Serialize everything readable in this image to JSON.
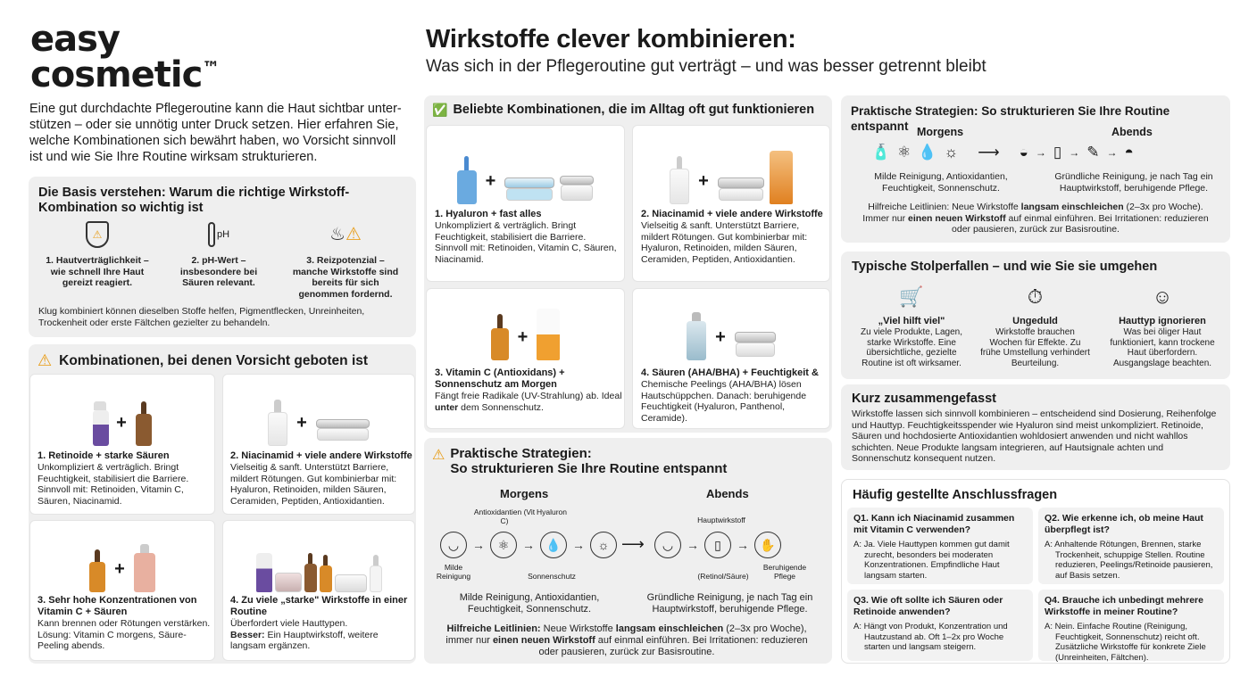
{
  "logo": {
    "line1": "easy",
    "line2": "cosmetic",
    "tm": "™"
  },
  "header": {
    "title": "Wirkstoffe clever kombinieren:",
    "subtitle": "Was sich in der Pflegeroutine gut verträgt – und was besser getrennt bleibt"
  },
  "intro": "Eine gut durchdachte Pflegeroutine kann die Haut sichtbar unter-stützen – oder sie unnötig unter Druck setzen. Hier erfahren Sie, welche Kombinationen sich bewährt haben, wo Vorsicht sinnvoll ist und wie Sie Ihre Routine wirksam strukturieren.",
  "basis": {
    "title": "Die Basis verstehen: Warum die richtige Wirkstoff-Kombination so wichtig ist",
    "items": [
      {
        "icon": "shield-icon",
        "glyph": "⚠",
        "text": "1. Hautverträglichkeit – wie schnell Ihre Haut gereizt reagiert."
      },
      {
        "icon": "thermometer-ph-icon",
        "glyph": "pH",
        "text": "2. pH-Wert – insbesondere bei Säuren relevant."
      },
      {
        "icon": "flame-warning-icon",
        "glyph": "⚠",
        "text": "3. Reizpotenzial – manche Wirkstoffe sind bereits für sich genommen fordernd."
      }
    ],
    "footer": "Klug kombiniert können dieselben Stoffe helfen, Pigmentflecken, Unreinheiten, Trockenheit oder erste Fältchen gezielter zu behandeln."
  },
  "caution": {
    "icon": "⚠",
    "title": "Kombinationen, bei denen Vorsicht geboten ist",
    "cards": [
      {
        "title": "1. Retinoide + starke Säuren",
        "text": "Unkompliziert & verträglich. Bringt Feuchtigkeit, stabilisiert die Barriere. Sinnvoll mit: Retinoiden, Vitamin C, Säuren, Niacinamid."
      },
      {
        "title": "2. Niacinamid + viele andere Wirkstoffe",
        "text": "Vielseitig & sanft. Unterstützt Barriere, mildert Rötungen. Gut kombinierbar mit: Hyaluron, Retinoiden, milden Säuren, Ceramiden, Peptiden, Antioxidantien."
      },
      {
        "title": "3. Sehr hohe Konzentrationen von Vitamin C + Säuren",
        "text": "Kann brennen oder Rötungen verstärken. Lösung: Vitamin C morgens, Säure-Peeling abends."
      },
      {
        "title": "4. Zu viele „starke\" Wirkstoffe in einer Routine",
        "text": "Überfordert viele Hauttypen.",
        "bold": "Besser:",
        "text2": " Ein Hauptwirkstoff, weitere langsam ergänzen."
      }
    ]
  },
  "popular": {
    "icon": "✅",
    "title": "Beliebte Kombinationen, die im Alltag oft gut funktionieren",
    "cards": [
      {
        "title": "1. Hyaluron + fast alles",
        "text": "Unkompliziert & verträglich. Bringt Feuchtigkeit, stabilisiert die Barriere. Sinnvoll mit: Retinoiden, Vitamin C, Säuren, Niacinamid."
      },
      {
        "title": "2. Niacinamid + viele andere Wirkstoffe",
        "text": "Vielseitig & sanft. Unterstützt Barriere, mildert Rötungen. Gut kombinierbar mit: Hyaluron, Retinoiden, milden Säuren, Ceramiden, Peptiden, Antioxidantien."
      },
      {
        "title": "3. Vitamin C (Antioxidans) + Sonnenschutz am Morgen",
        "text": "Fängt freie Radikale (UV-Strahlung) ab. Ideal ",
        "bold": "unter",
        "text2": " dem Sonnenschutz."
      },
      {
        "title": "4. Säuren (AHA/BHA) + Feuchtigkeit &",
        "text": "Chemische Peelings (AHA/BHA) lösen Hautschüppchen. Danach: beruhigende Feuchtigkeit (Hyaluron, Panthenol, Ceramide)."
      }
    ]
  },
  "strategy": {
    "icon": "⚠",
    "title1": "Praktische Strategien:",
    "title2": "So strukturieren Sie Ihre Routine entspannt",
    "morning": "Morgens",
    "evening": "Abends",
    "labels": {
      "antiox": "Antioxidantien (Vit C)",
      "hyal": "Hyaluron",
      "clean": "Milde Reinigung",
      "spf": "Sonnenschutz",
      "haupt": "Hauptwirkstoff",
      "retinol": "(Retinol/Säure)",
      "calm": "Beruhigende Pflege"
    },
    "morningText": "Milde Reinigung, Antioxidantien, Feuchtigkeit, Sonnenschutz.",
    "eveningText": "Gründliche Reinigung, je nach Tag ein Hauptwirkstoff, beruhigende Pflege.",
    "tipBold1": "Hilfreiche Leitlinien:",
    "tip1": " Neue Wirkstoffe ",
    "tipBold2": "langsam einschleichen",
    "tip2": " (2–3x pro Woche), immer nur ",
    "tipBold3": "einen neuen Wirkstoff",
    "tip3": " auf einmal einführen. Bei Irritationen: reduzieren oder pausieren, zurück zur Basisroutine."
  },
  "strategyRight": {
    "title": "Praktische Strategien: So strukturieren Sie Ihre Routine entspannt",
    "morning": "Morgens",
    "evening": "Abends",
    "morningText": "Milde Reinigung, Antioxidantien, Feuchtigkeit, Sonnenschutz.",
    "eveningText": "Gründliche Reinigung, je nach Tag ein Hauptwirkstoff, beruhigende Pflege.",
    "tip1": "Hilfreiche Leitlinien: Neue Wirkstoffe ",
    "tipBold1": "langsam einschleichen",
    "tip2": " (2–3x pro Woche). Immer nur ",
    "tipBold2": "einen neuen Wirkstoff",
    "tip3": " auf einmal einführen. Bei Irritationen: reduzieren oder pausieren, zurück zur Basisroutine."
  },
  "pitfalls": {
    "title": "Typische Stolperfallen – und wie Sie sie umgehen",
    "items": [
      {
        "icon": "shopping-cart-icon",
        "glyph": "🛒",
        "title": "„Viel hilft viel\"",
        "text": "Zu viele Produkte, Lagen, starke Wirkstoffe. Eine übersichtliche, gezielte Routine ist oft wirksamer."
      },
      {
        "icon": "stopwatch-icon",
        "glyph": "⏱",
        "title": "Ungeduld",
        "text": "Wirkstoffe brauchen Wochen für Effekte. Zu frühe Umstellung verhindert Beurteilung."
      },
      {
        "icon": "face-icon",
        "glyph": "☺",
        "title": "Hauttyp ignorieren",
        "text": "Was bei öliger Haut funktioniert, kann trockene Haut überfordern. Ausgangslage beachten."
      }
    ]
  },
  "summary": {
    "title": "Kurz zusammengefasst",
    "text": "Wirkstoffe lassen sich sinnvoll kombinieren – entscheidend sind Dosierung, Reihenfolge und Hauttyp. Feuchtigkeitsspender wie Hyaluron sind meist unkompliziert. Retinoide, Säuren und hochdosierte Antioxidantien wohldosiert anwenden und nicht wahllos schichten. Neue Produkte langsam integrieren, auf Hautsignale achten und Sonnenschutz konsequent nutzen."
  },
  "faq": {
    "title": "Häufig gestellte Anschlussfragen",
    "items": [
      {
        "q": "Q1. Kann ich Niacinamid zusammen mit Vitamin C verwenden?",
        "a": "A: Ja. Viele Hauttypen kommen gut damit zurecht, besonders bei moderaten Konzentrationen. Empfindliche Haut langsam starten."
      },
      {
        "q": "Q2. Wie erkenne ich, ob meine Haut überpflegt ist?",
        "a": "A: Anhaltende Rötungen, Brennen, starke Trockenheit, schuppige Stellen. Routine reduzieren, Peelings/Retinoide pausieren, auf Basis setzen."
      },
      {
        "q": "Q3. Wie oft sollte ich Säuren oder Retinoide anwenden?",
        "a": "A: Hängt von Produkt, Konzentration und Hautzustand ab. Oft 1–2x pro Woche starten und langsam steigern."
      },
      {
        "q": "Q4. Brauche ich unbedingt mehrere Wirkstoffe in meiner Routine?",
        "a": "A: Nein. Einfache Routine (Reinigung, Feuchtigkeit, Sonnenschutz) reicht oft. Zusätzliche Wirkstoffe für konkrete Ziele (Unreinheiten, Fältchen)."
      }
    ]
  },
  "plus": "+",
  "arrow": "→",
  "longArrow": "⟶"
}
